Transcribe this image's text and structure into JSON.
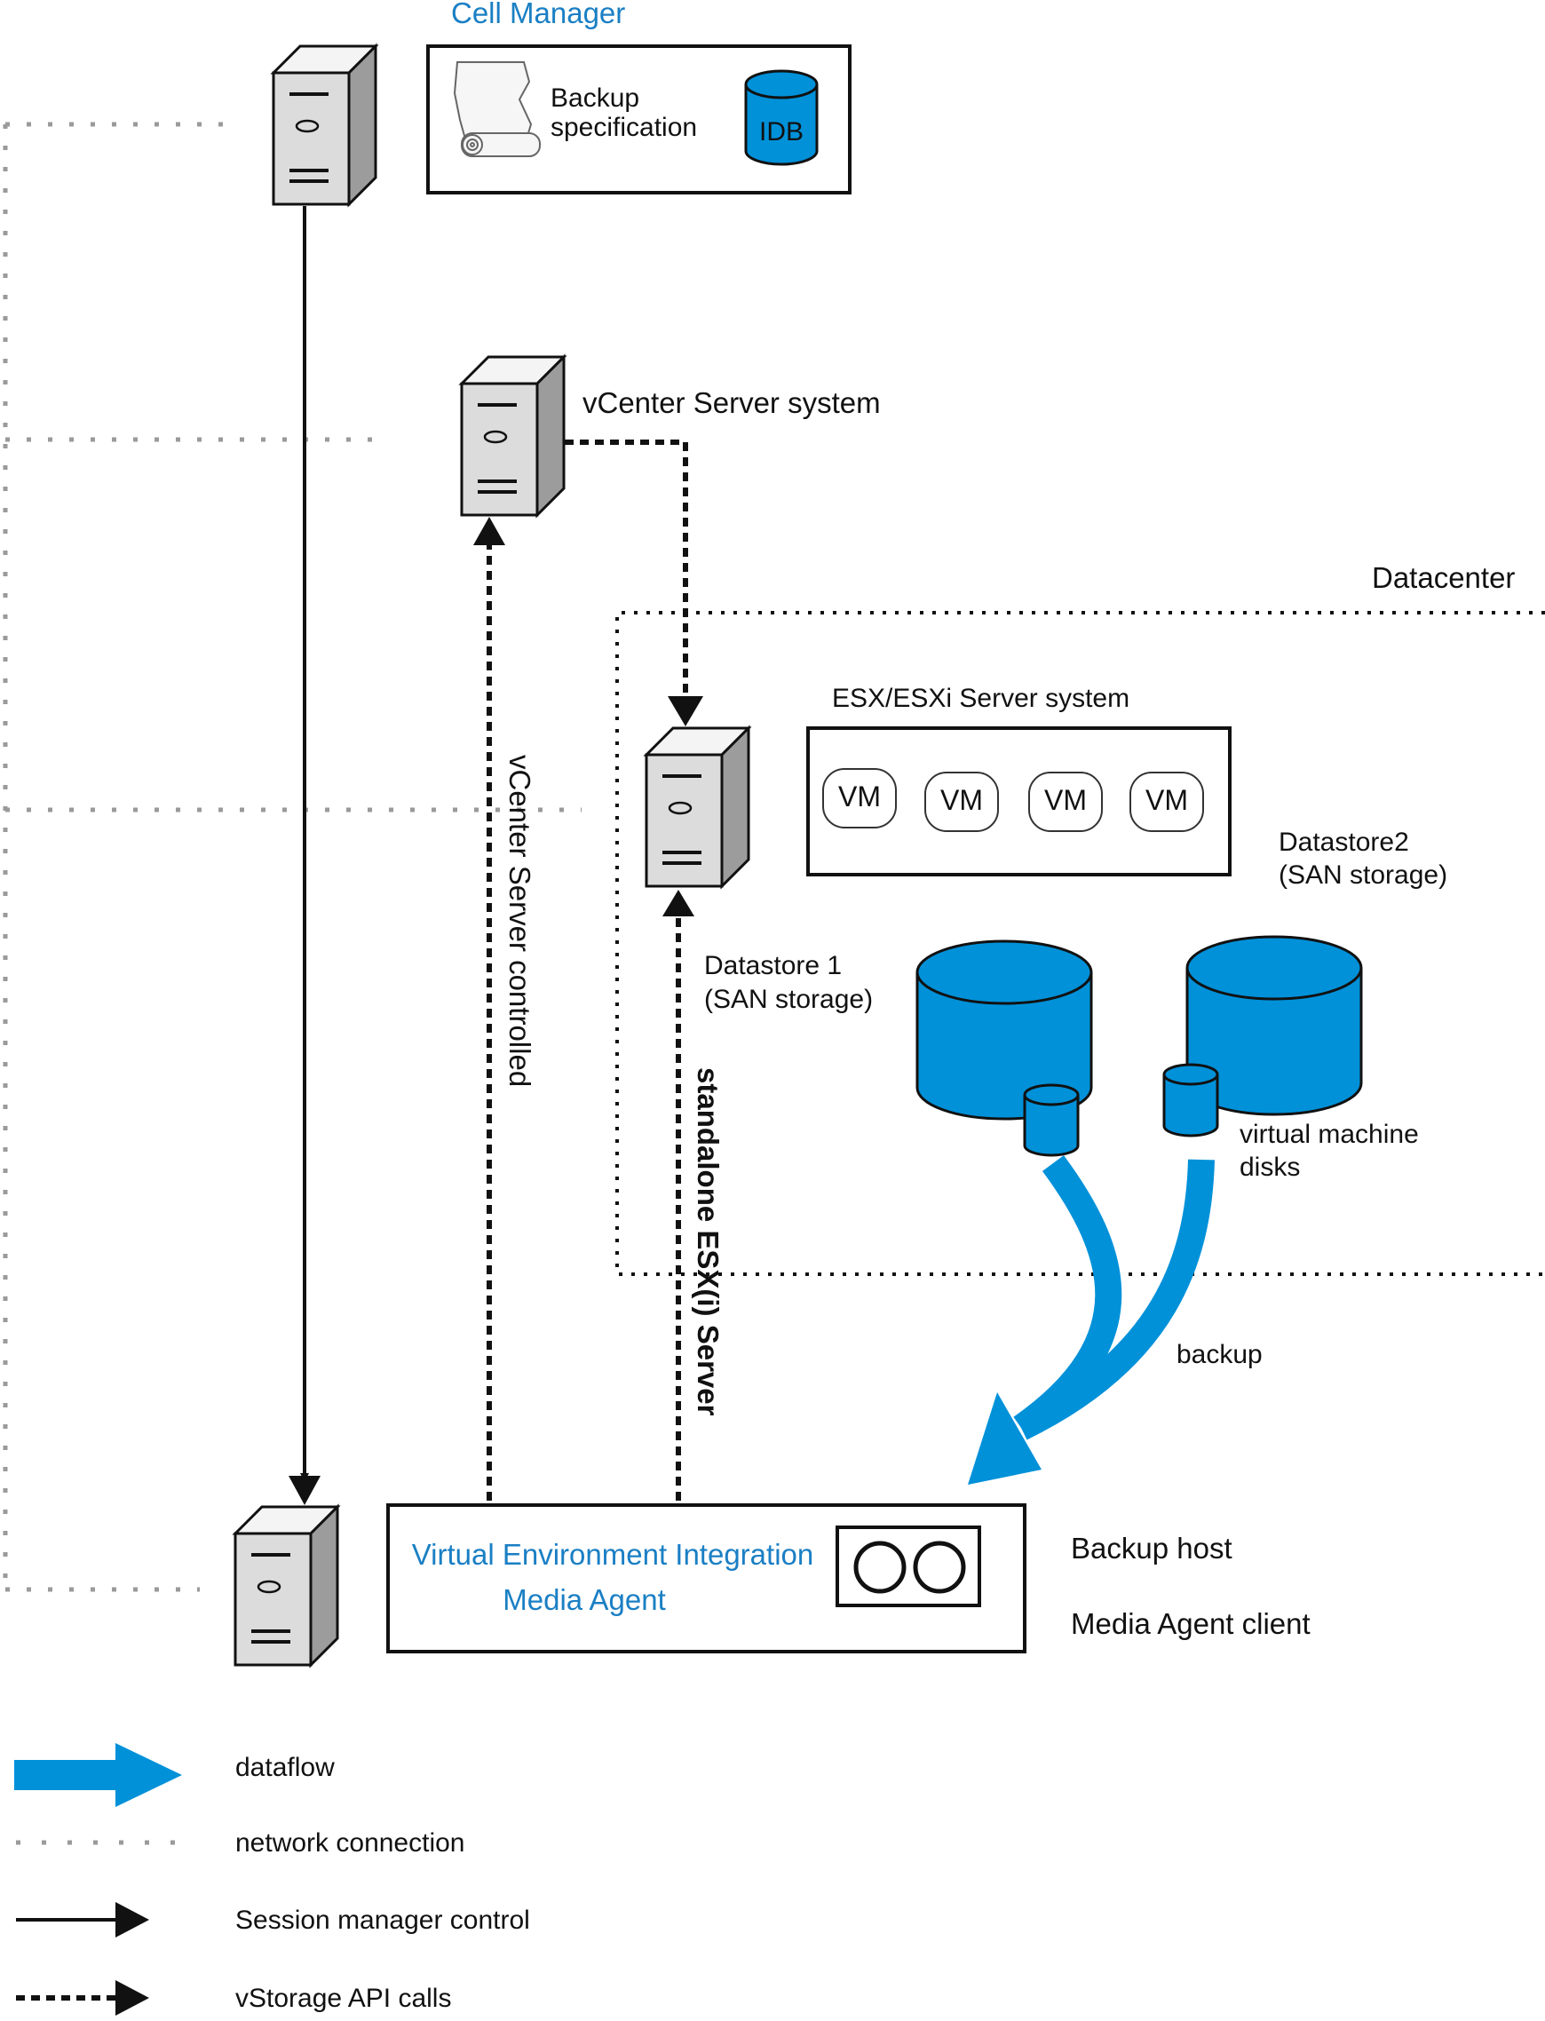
{
  "cell_manager": {
    "title": "Cell Manager",
    "backup_spec_line1": "Backup",
    "backup_spec_line2": "specification",
    "idb": "IDB"
  },
  "vcenter": {
    "label": "vCenter Server system"
  },
  "datacenter": {
    "label": "Datacenter"
  },
  "esx": {
    "label": "ESX/ESXi Server system",
    "vms": [
      "VM",
      "VM",
      "VM",
      "VM"
    ]
  },
  "datastore1": {
    "line1": "Datastore 1",
    "line2": "(SAN storage)"
  },
  "datastore2": {
    "line1": "Datastore2",
    "line2": "(SAN storage)"
  },
  "vm_disks": {
    "line1": "virtual machine",
    "line2": "disks"
  },
  "backup_label": "backup",
  "vertical_labels": {
    "vcenter_controlled": "vCenter Server controlled",
    "standalone": "standalone ESX(i) Server"
  },
  "backup_host": {
    "agent_line1": "Virtual Environment Integration",
    "agent_line2": "Media Agent",
    "host_label": "Backup host",
    "client_label": "Media Agent client"
  },
  "legend": {
    "dataflow": "dataflow",
    "network": "network connection",
    "session": "Session manager control",
    "vstorage": "vStorage API calls"
  },
  "colors": {
    "accent_blue": "#0091d9",
    "text_blue": "#1a7fc4",
    "server_gray": "#dcdcdc",
    "network_gray": "#9a9a9a"
  }
}
